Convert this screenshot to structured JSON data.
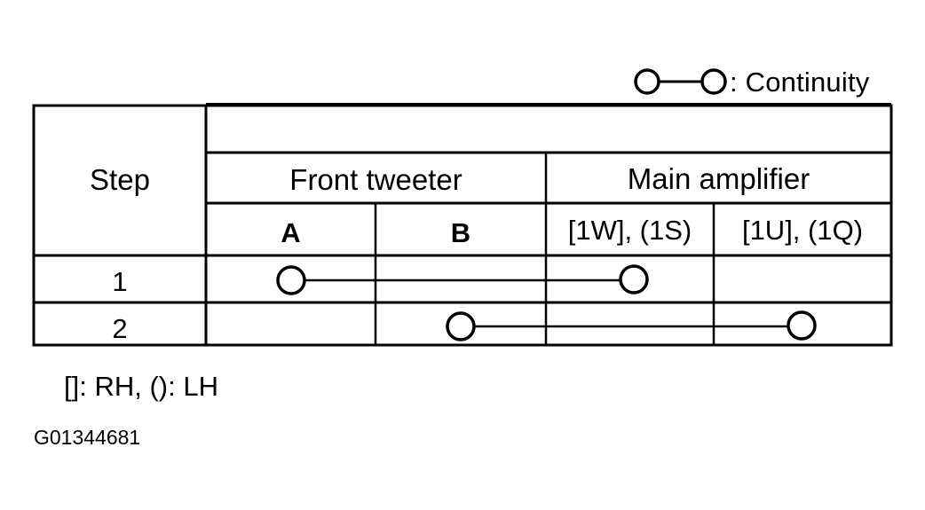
{
  "legend": {
    "symbol_icon": "continuity-symbol-icon",
    "label": ": Continuity"
  },
  "table": {
    "step_header": "Step",
    "groups": [
      {
        "label": "Front tweeter",
        "columns": [
          "A",
          "B"
        ]
      },
      {
        "label": "Main amplifier",
        "columns": [
          "[1W], (1S)",
          "[1U], (1Q)"
        ]
      }
    ],
    "rows": [
      {
        "step": "1",
        "continuity": [
          "A",
          "[1W], (1S)"
        ]
      },
      {
        "step": "2",
        "continuity": [
          "B",
          "[1U], (1Q)"
        ]
      }
    ]
  },
  "note": "[]: RH, (): LH",
  "figure_code": "G01344681"
}
